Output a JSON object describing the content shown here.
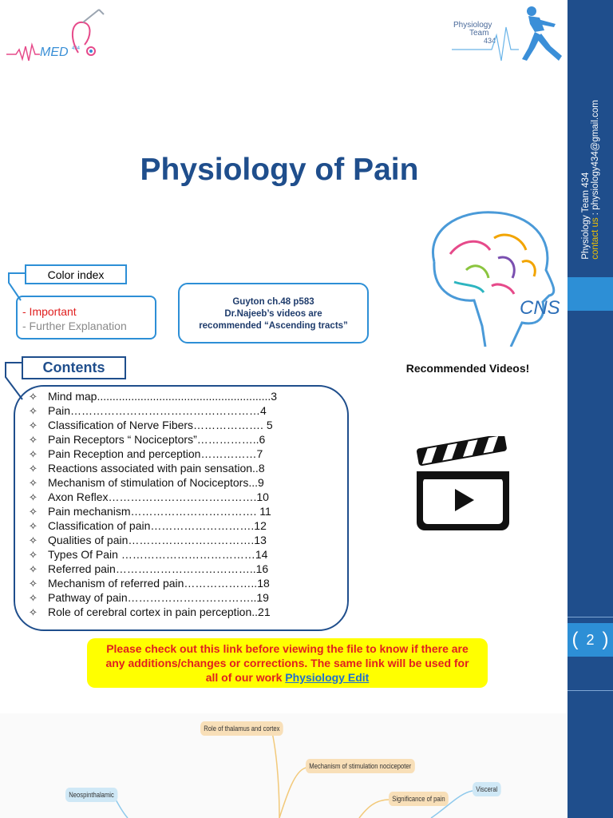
{
  "header": {
    "left_logo_text": "MED",
    "left_logo_sub": "434",
    "right_logo_line1": "Physiology",
    "right_logo_line2": "Team",
    "right_logo_line3": "434"
  },
  "sidebar": {
    "team": "Physiology Team 434",
    "contact_label": "contact us",
    "contact_email": " : physiology434@gmail.com",
    "page_number": "2"
  },
  "title": "Physiology of Pain",
  "color_index": {
    "heading": "Color index",
    "items": [
      "- Important",
      "- Further Explanation"
    ],
    "colors": {
      "important": "#e02020",
      "further": "#8a8a8a"
    }
  },
  "references": {
    "line1": "Guyton ch.48 p583",
    "line2": "Dr.Najeeb’s videos are",
    "line3": "recommended “Ascending tracts”"
  },
  "brain_label": "CNS",
  "contents": {
    "heading": "Contents",
    "items": [
      "Mind map........................................................3",
      "Pain……………………………………………4",
      "Classification of Nerve Fibers………………. 5",
      "Pain Receptors “ Nociceptors”……………..6",
      "Pain Reception and perception……………7",
      "Reactions associated with pain sensation..8",
      "Mechanism of stimulation of Nociceptors...9",
      "Axon Reflex………………………………….10",
      "Pain mechanism……………………………. 11",
      "Classification of pain……………………….12",
      "Qualities of pain…………………………….13",
      "Types Of Pain ………………………………14",
      "Referred pain………………………………..16",
      "Mechanism of referred pain………………..18",
      "Pathway of pain……………………………..19",
      "Role of cerebral cortex in pain perception..21"
    ]
  },
  "recommended_videos": "Recommended Videos!",
  "notice": {
    "text1": "Please check out this link before viewing the file to know if there are",
    "text2": "any additions/changes or corrections. The same link will be used for",
    "text3": "all of our work",
    "link": "Physiology Edit"
  },
  "mindmap": {
    "nodes": [
      "Role of thalamus and cortex",
      "Mechanism of stimulation nocicepoter",
      "Neospinthalamic",
      "Significance of pain",
      "Visceral"
    ]
  },
  "colors": {
    "sidebar": "#1f4e8c",
    "accent": "#2d8fd6",
    "title": "#1f4e8c",
    "notice_bg": "#ffff00"
  }
}
